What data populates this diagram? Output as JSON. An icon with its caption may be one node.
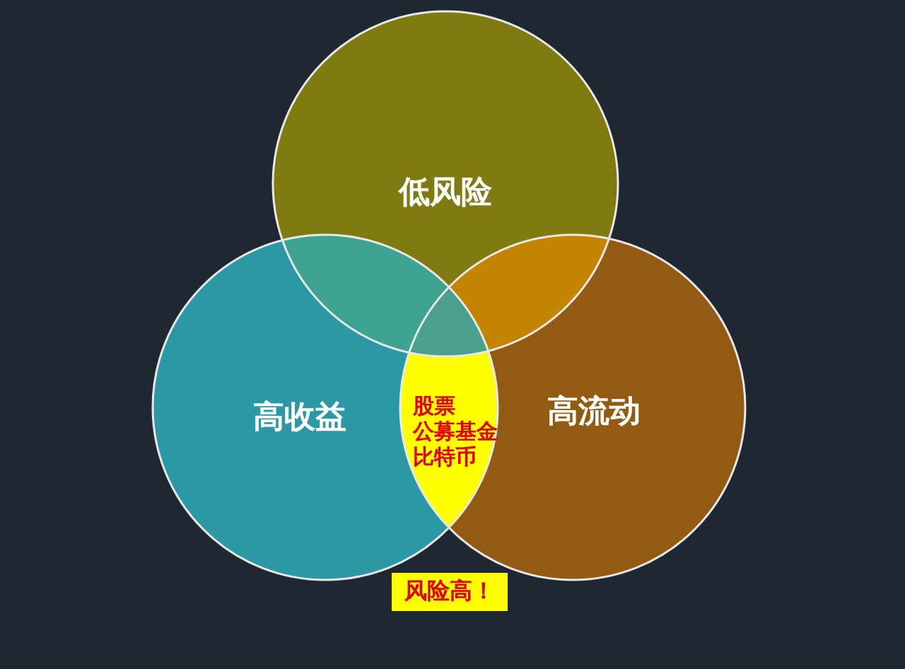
{
  "diagram": {
    "nodes": [
      {
        "text": [
          "低风险"
        ]
      },
      {
        "text": [
          "高收益"
        ]
      },
      {
        "text": [
          "高流动"
        ]
      },
      {
        "text": [
          "股票",
          "公募基金",
          "比特币"
        ]
      },
      {
        "text": [
          "风险高！"
        ]
      }
    ]
  }
}
